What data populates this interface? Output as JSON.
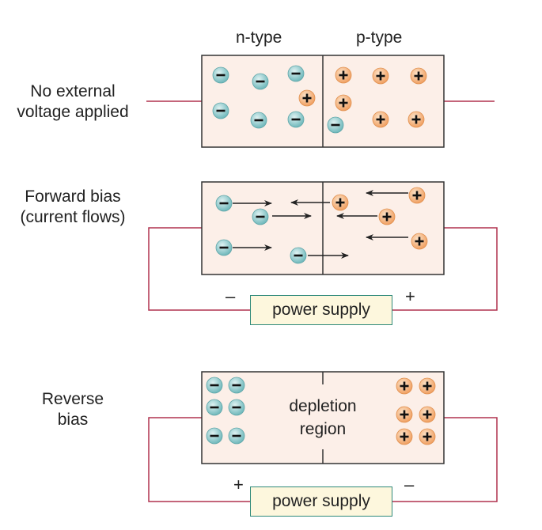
{
  "headers": {
    "n_type": "n-type",
    "p_type": "p-type"
  },
  "panels": [
    {
      "id": "no-voltage",
      "label_lines": [
        "No external",
        "voltage applied"
      ]
    },
    {
      "id": "forward",
      "label_lines": [
        "Forward bias",
        "(current flows)"
      ],
      "power_supply": "power supply",
      "left_sign": "–",
      "right_sign": "+"
    },
    {
      "id": "reverse",
      "label_lines": [
        "Reverse",
        "bias"
      ],
      "power_supply": "power supply",
      "left_sign": "+",
      "right_sign": "–",
      "depletion_lines": [
        "depletion",
        "region"
      ]
    }
  ],
  "colors": {
    "panel_fill": "#fcefe8",
    "wire": "#b0324f",
    "electron": "#7fc4c6",
    "hole": "#f4b27c",
    "psu_fill": "#fdf7dd",
    "psu_border": "#2f8a7a"
  }
}
